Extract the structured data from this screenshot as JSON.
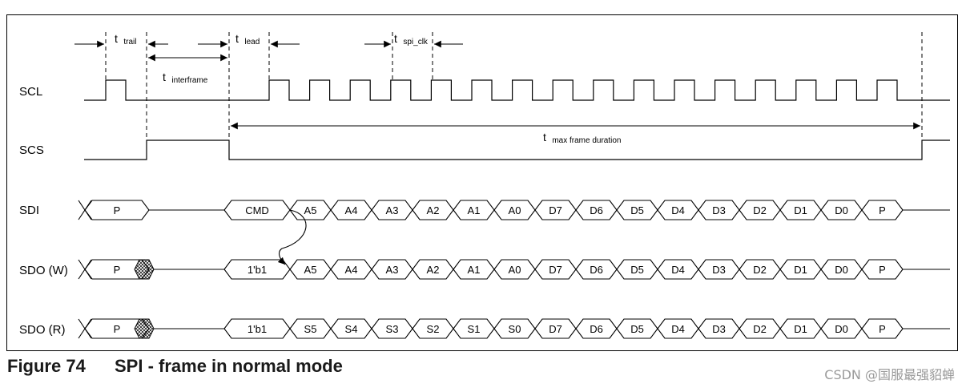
{
  "caption": {
    "figure_number": "Figure 74",
    "title": "SPI - frame in normal mode"
  },
  "watermark": "CSDN @国服最强貂蝉",
  "signals": {
    "scl": "SCL",
    "scs": "SCS",
    "sdi": "SDI",
    "sdo_w": "SDO (W)",
    "sdo_r": "SDO (R)"
  },
  "timing": {
    "trail": {
      "main": "t",
      "sub": "trail"
    },
    "interframe": {
      "main": "t",
      "sub": "interframe"
    },
    "lead": {
      "main": "t",
      "sub": "lead"
    },
    "spi_clk": {
      "main": "t",
      "sub": "spi_clk"
    },
    "max_frame": {
      "main": "t",
      "sub": "max frame duration"
    }
  },
  "sdi_cells": [
    "CMD",
    "A5",
    "A4",
    "A3",
    "A2",
    "A1",
    "A0",
    "D7",
    "D6",
    "D5",
    "D4",
    "D3",
    "D2",
    "D1",
    "D0",
    "P"
  ],
  "sdo_w_cells": [
    "1'b1",
    "A5",
    "A4",
    "A3",
    "A2",
    "A1",
    "A0",
    "D7",
    "D6",
    "D5",
    "D4",
    "D3",
    "D2",
    "D1",
    "D0",
    "P"
  ],
  "sdo_r_cells": [
    "1'b1",
    "S5",
    "S4",
    "S3",
    "S2",
    "S1",
    "S0",
    "D7",
    "D6",
    "D5",
    "D4",
    "D3",
    "D2",
    "D1",
    "D0",
    "P"
  ],
  "pre_cell": "P"
}
